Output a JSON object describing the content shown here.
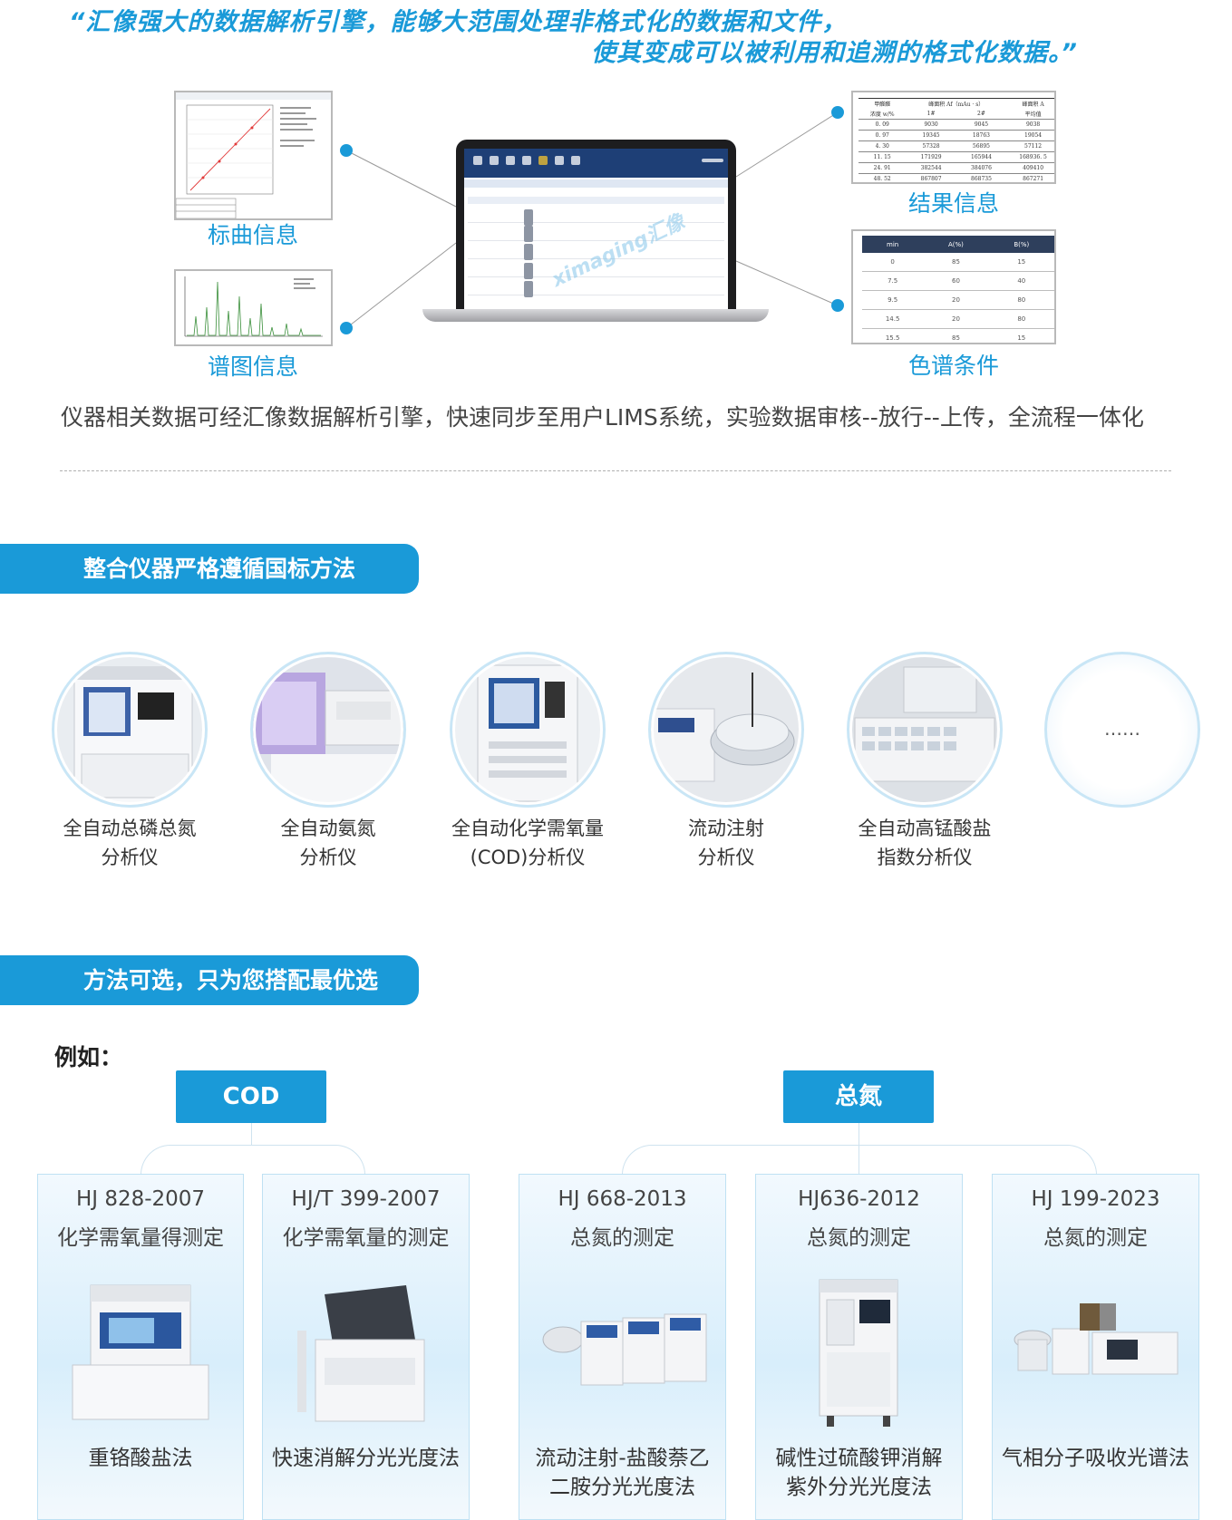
{
  "quote": {
    "line1": "“汇像强大的数据解析引擎，能够大范围处理非格式化的数据和文件，",
    "line2": "使其变成可以被利用和追溯的格式化数据。”"
  },
  "diagram": {
    "captions": {
      "calibration": "标曲信息",
      "spectrum": "谱图信息",
      "result": "结果信息",
      "chromatography": "色谱条件"
    },
    "result_table": {
      "header_row1": [
        "甲醛醛",
        "峰面积 Af（mAu · s）",
        "",
        "峰面积 A"
      ],
      "header_row2": [
        "浓度 w/%",
        "1#",
        "2#",
        "平均值"
      ],
      "rows": [
        [
          "0. 09",
          "9030",
          "9045",
          "9038"
        ],
        [
          "0. 97",
          "19345",
          "18763",
          "19054"
        ],
        [
          "4. 30",
          "57328",
          "56895",
          "57112"
        ],
        [
          "11. 15",
          "171929",
          "165944",
          "168936. 5"
        ],
        [
          "24. 91",
          "382544",
          "384076",
          "409410"
        ],
        [
          "48. 52",
          "867807",
          "868735",
          "867271"
        ]
      ]
    },
    "gradient_table": {
      "headers": [
        "min",
        "A(%)",
        "B(%)"
      ],
      "rows": [
        [
          "0",
          "85",
          "15"
        ],
        [
          "7.5",
          "60",
          "40"
        ],
        [
          "9.5",
          "20",
          "80"
        ],
        [
          "14.5",
          "20",
          "80"
        ],
        [
          "15.5",
          "85",
          "15"
        ]
      ]
    }
  },
  "description": "仪器相关数据可经汇像数据解析引擎，快速同步至用户LIMS系统，实验数据审核--放行--上传，全流程一体化",
  "section1": {
    "title": "整合仪器严格遵循国标方法",
    "instruments": [
      {
        "line1": "全自动总磷总氮",
        "line2": "分析仪"
      },
      {
        "line1": "全自动氨氮",
        "line2": "分析仪"
      },
      {
        "line1": "全自动化学需氧量",
        "line2": "(COD)分析仪"
      },
      {
        "line1": "流动注射",
        "line2": "分析仪"
      },
      {
        "line1": "全自动高锰酸盐",
        "line2": "指数分析仪"
      }
    ],
    "more": "……"
  },
  "section2": {
    "title": "方法可选，只为您搭配最优选",
    "example_label": "例如：",
    "groups": [
      {
        "label": "COD"
      },
      {
        "label": "总氮"
      }
    ],
    "cards": [
      {
        "standard": "HJ 828-2007",
        "name": "化学需氧量得测定",
        "method1": "重铬酸盐法",
        "method2": ""
      },
      {
        "standard": "HJ/T 399-2007",
        "name": "化学需氧量的测定",
        "method1": "快速消解分光光度法",
        "method2": ""
      },
      {
        "standard": "HJ 668-2013",
        "name": "总氮的测定",
        "method1": "流动注射-盐酸萘乙",
        "method2": "二胺分光光度法"
      },
      {
        "standard": "HJ636-2012",
        "name": "总氮的测定",
        "method1": "碱性过硫酸钾消解",
        "method2": "紫外分光光度法"
      },
      {
        "standard": "HJ 199-2023",
        "name": "总氮的测定",
        "method1": "气相分子吸收光谱法",
        "method2": ""
      }
    ]
  },
  "watermark": "ximaging汇像",
  "colors": {
    "accent": "#1a9ad8",
    "table_header": "#2e3f5c"
  }
}
